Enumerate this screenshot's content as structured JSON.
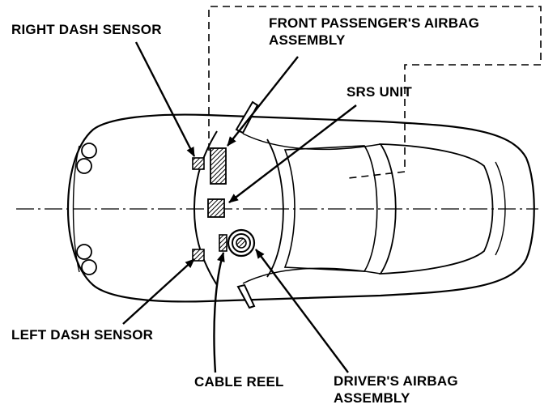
{
  "labels": {
    "right_dash_sensor": "RIGHT DASH SENSOR",
    "front_passenger_airbag_line1": "FRONT PASSENGER'S AIRBAG",
    "front_passenger_airbag_line2": "ASSEMBLY",
    "srs_unit": "SRS UNIT",
    "left_dash_sensor": "LEFT DASH SENSOR",
    "cable_reel": "CABLE REEL",
    "driver_airbag_line1": "DRIVER'S AIRBAG",
    "driver_airbag_line2": "ASSEMBLY"
  },
  "colors": {
    "line": "#000000",
    "background": "#ffffff"
  }
}
